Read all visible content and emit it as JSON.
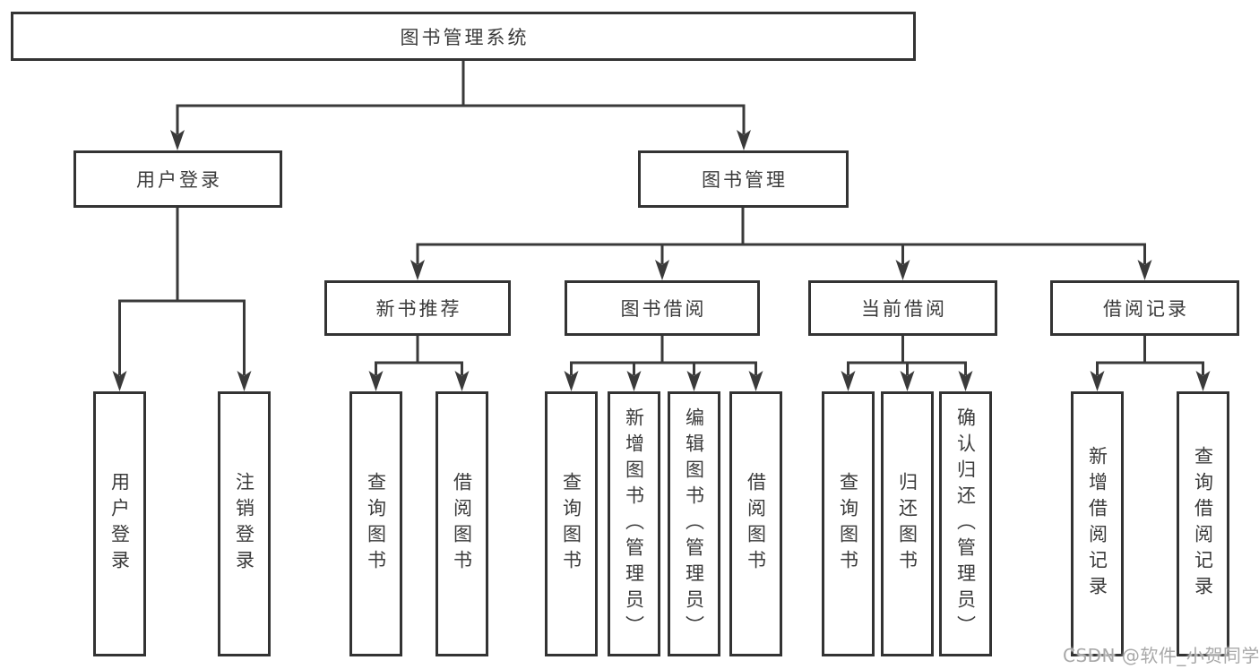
{
  "tree": {
    "root": {
      "label": "图书管理系统"
    },
    "branches": [
      {
        "label": "用户登录",
        "children": [
          {
            "label": "用户登录"
          },
          {
            "label": "注销登录"
          }
        ]
      },
      {
        "label": "图书管理",
        "children": [
          {
            "label": "新书推荐",
            "children": [
              {
                "label": "查询图书"
              },
              {
                "label": "借阅图书"
              }
            ]
          },
          {
            "label": "图书借阅",
            "children": [
              {
                "label": "查询图书"
              },
              {
                "label": "新增图书（管理员）"
              },
              {
                "label": "编辑图书（管理员）"
              },
              {
                "label": "借阅图书"
              }
            ]
          },
          {
            "label": "当前借阅",
            "children": [
              {
                "label": "查询图书"
              },
              {
                "label": "归还图书"
              },
              {
                "label": "确认归还（管理员）"
              }
            ]
          },
          {
            "label": "借阅记录",
            "children": [
              {
                "label": "新增借阅记录"
              },
              {
                "label": "查询借阅记录"
              }
            ]
          }
        ]
      }
    ]
  },
  "watermark": {
    "text": "CSDN @软件_小贺同学"
  },
  "colors": {
    "background": "#ffffff",
    "box_border": "#333333",
    "line": "#3a3a3a",
    "text": "#3b3b3b",
    "watermark": "#a9a9a9"
  }
}
